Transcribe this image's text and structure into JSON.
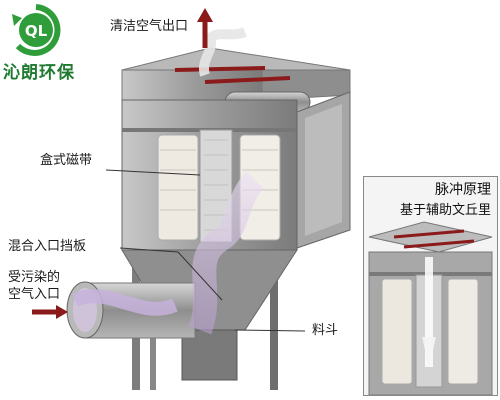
{
  "brand": {
    "logo_letters": "QL",
    "name": "沁朗环保",
    "color": "#1e7a2e"
  },
  "labels": {
    "clean_air_outlet": "清洁空气出口",
    "box_magnet": "盒式磁带",
    "mixed_inlet_baffle": "混合入口挡板",
    "polluted_air_inlet_line1": "受污染的",
    "polluted_air_inlet_line2": "空气入口",
    "hopper": "料斗"
  },
  "inset": {
    "title": "脉冲原理",
    "subtitle": "基于辅助文丘里"
  },
  "colors": {
    "arrow_red": "#8b1a1a",
    "metal": "#9a9a9a"
  }
}
